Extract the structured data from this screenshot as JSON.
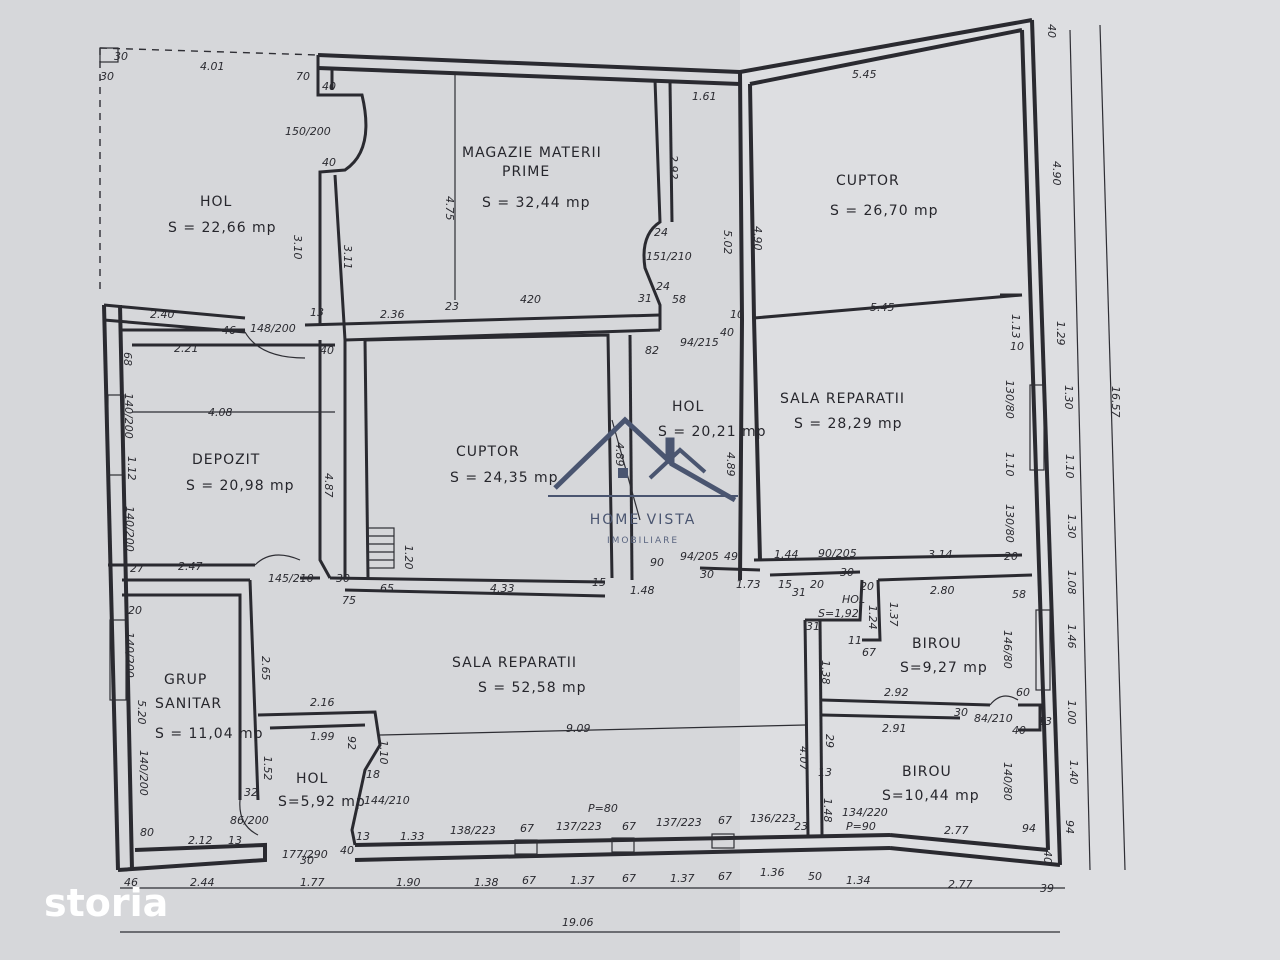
{
  "rooms": {
    "hol_top_name": "HOL",
    "hol_top_area": "S = 22,66 mp",
    "magazie_name_1": "MAGAZIE MATERII",
    "magazie_name_2": "PRIME",
    "magazie_area": "S = 32,44 mp",
    "cuptor_top_name": "CUPTOR",
    "cuptor_top_area": "S = 26,70 mp",
    "depozit_name": "DEPOZIT",
    "depozit_area": "S = 20,98 mp",
    "cuptor_mid_name": "CUPTOR",
    "cuptor_mid_area": "S = 24,35 mp",
    "hol_mid_name": "HOL",
    "hol_mid_area": "S = 20,21 mp",
    "sala_rep_right_name": "SALA REPARATII",
    "sala_rep_right_area": "S = 28,29 mp",
    "sala_rep_big_name": "SALA  REPARATII",
    "sala_rep_big_area": "S = 52,58 mp",
    "grup_name_1": "GRUP",
    "grup_name_2": "SANITAR",
    "grup_area": "S = 11,04 mp",
    "hol_small_name": "HOL",
    "hol_small_area": "S=5,92 mp",
    "hol_tiny_name": "HOL",
    "hol_tiny_area": "S=1,92",
    "birou1_name": "BIROU",
    "birou1_area": "S=9,27 mp",
    "birou2_name": "BIROU",
    "birou2_area": "S=10,44 mp"
  },
  "dims": {
    "d401": "4.01",
    "d30a": "30",
    "d30b": "30",
    "d70": "70",
    "d40a": "40",
    "d150": "150/200",
    "d40b": "40",
    "d310": "3.10",
    "d311": "3.11",
    "d475": "4.75",
    "d545a": "5.45",
    "d545b": "5.45",
    "d161": "1.61",
    "d292": "2.92",
    "d24a": "24",
    "d151": "151/210",
    "d502": "5.02",
    "d490a": "4.90",
    "d490b": "4.90",
    "d240": "2.40",
    "d46": "46",
    "d148": "148/200",
    "d13a": "13",
    "d236": "2.36",
    "d23a": "23",
    "d420": "420",
    "d31a": "31",
    "d58a": "58",
    "d24b": "24",
    "d113": "1.13",
    "d10a": "10",
    "d10b": "10",
    "d221": "2.21",
    "d40c": "40",
    "d82": "82",
    "d94_215": "94/215",
    "d40d": "40",
    "d129": "1.29",
    "d68": "68",
    "d140a": "140/200",
    "d408": "4.08",
    "d489a": "4.89",
    "d489b": "4.89",
    "d130_80a": "130/80",
    "d130": "1.30",
    "d112": "1.12",
    "d487": "4.87",
    "d110a": "1.10",
    "d110b": "1.10",
    "d140b": "140/200",
    "d130_80b": "130/80",
    "d130b": "1.30",
    "d1657": "16.57",
    "d120": "1.20",
    "d90a": "90",
    "d94_205": "94/205",
    "d49": "49",
    "d144": "1.44",
    "d90_205": "90/205",
    "d314": "3.14",
    "d20a": "20",
    "d27": "27",
    "d247": "2.47",
    "d145": "145/210",
    "d30c": "30",
    "d65": "65",
    "d433": "4.33",
    "d15a": "15",
    "d148b": "1.48",
    "d30d": "30",
    "d173": "1.73",
    "d15b": "15",
    "d20b": "20",
    "d30e": "30",
    "d108": "1.08",
    "d75": "75",
    "d31b": "31",
    "d20c": "20",
    "d280": "2.80",
    "d58b": "58",
    "d124": "1.24",
    "d137": "1.37",
    "d140c": "140/200",
    "d265": "2.65",
    "d31c": "31",
    "d11": "11",
    "d67a": "67",
    "d146a": "146/80",
    "d146": "1.46",
    "d138": "1.38",
    "d520": "5.20",
    "d216": "2.16",
    "d292b": "2.92",
    "d60": "60",
    "d199": "1.99",
    "d92": "92",
    "d110c": "1.10",
    "d909": "9.09",
    "d30f": "30",
    "d84": "84/210",
    "d13b": "13",
    "d291": "2.91",
    "d40e": "40",
    "d100": "1.00",
    "d140d": "140/200",
    "d152": "1.52",
    "d18": "18",
    "d407": "4.07",
    "d29": "29",
    "d13c": "13",
    "d140e": "140/80",
    "d140": "1.40",
    "d32": "32",
    "d144_210": "144/210",
    "d148c": "1.48",
    "d134": "134/220",
    "d90b": "P=90",
    "d86": "86/200",
    "d80a": "P=80",
    "d80": "80",
    "d212": "2.12",
    "d13d": "13",
    "d133": "1.33",
    "d138_223": "138/223",
    "d67b": "67",
    "d137_223a": "137/223",
    "d67c": "67",
    "d137_223b": "137/223",
    "d67d": "67",
    "d136_223": "136/223",
    "d23b": "23",
    "d13e": "13",
    "d277": "2.77",
    "d94": "94",
    "d94b": "94",
    "d40f": "40",
    "d177": "177/290",
    "d46b": "46",
    "d244": "2.44",
    "d177b": "1.77",
    "d190": "1.90",
    "d138b": "1.38",
    "d67e": "67",
    "d137a": "1.37",
    "d67f": "67",
    "d137b": "1.37",
    "d67g": "67",
    "d136": "1.36",
    "d50": "50",
    "d134b": "1.34",
    "d277b": "2.77",
    "d39": "39",
    "d1906": "19.06",
    "d40g": "40",
    "d40h": "40",
    "d20d": "20",
    "d30g": "30",
    "d12": "1.24"
  },
  "watermark": {
    "title": "HOME VISTA",
    "subtitle": "IMOBILIARE"
  },
  "logo": {
    "text": "storia"
  },
  "colors": {
    "paper": "#d9dadc",
    "ink": "#2a2a30",
    "watermark": "#4a5570"
  }
}
